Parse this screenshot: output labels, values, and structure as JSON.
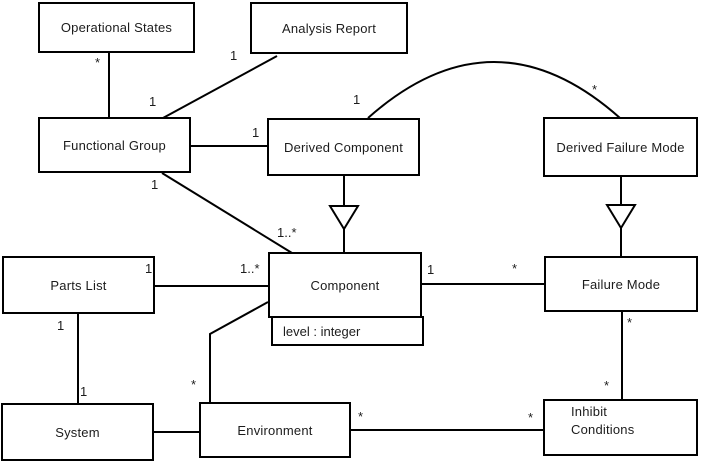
{
  "diagram": {
    "kind": "uml-class-diagram",
    "colors": {
      "background": "#ffffff",
      "box_fill": "#ffffff",
      "box_border": "#000000",
      "line": "#000000",
      "text": "#1c1c1c"
    },
    "classes": [
      {
        "id": "operational-states",
        "name": "Operational States"
      },
      {
        "id": "analysis-report",
        "name": "Analysis Report"
      },
      {
        "id": "functional-group",
        "name": "Functional Group"
      },
      {
        "id": "derived-component",
        "name": "Derived Component"
      },
      {
        "id": "derived-failure-mode",
        "name": "Derived Failure Mode"
      },
      {
        "id": "parts-list",
        "name": "Parts List"
      },
      {
        "id": "component",
        "name": "Component",
        "attribute": "level : integer"
      },
      {
        "id": "failure-mode",
        "name": "Failure Mode"
      },
      {
        "id": "system",
        "name": "System"
      },
      {
        "id": "environment",
        "name": "Environment"
      },
      {
        "id": "inhibit-conditions",
        "name": "Inhibit Conditions"
      }
    ],
    "multiplicities": [
      {
        "text": "*",
        "near": "operational-states-end"
      },
      {
        "text": "1",
        "near": "functional-group-top"
      },
      {
        "text": "1",
        "near": "analysis-report-line"
      },
      {
        "text": "1",
        "near": "derived-component-left"
      },
      {
        "text": "1",
        "near": "functional-group-bottom"
      },
      {
        "text": "1..*",
        "near": "component-top-left"
      },
      {
        "text": "1",
        "near": "arc-derived-component-end"
      },
      {
        "text": "*",
        "near": "arc-derived-failure-mode-end"
      },
      {
        "text": "1",
        "near": "parts-list-right"
      },
      {
        "text": "1..*",
        "near": "component-left"
      },
      {
        "text": "1",
        "near": "parts-list-bottom"
      },
      {
        "text": "1",
        "near": "system-top"
      },
      {
        "text": "*",
        "near": "environment-top"
      },
      {
        "text": "1",
        "near": "component-right"
      },
      {
        "text": "*",
        "near": "failure-mode-left"
      },
      {
        "text": "*",
        "near": "failure-mode-bottom"
      },
      {
        "text": "*",
        "near": "inhibit-conditions-top"
      },
      {
        "text": "*",
        "near": "environment-right"
      },
      {
        "text": "*",
        "near": "inhibit-conditions-left"
      }
    ],
    "relationships": [
      {
        "from": "operational-states",
        "to": "functional-group",
        "type": "association",
        "from_mult": "*",
        "to_mult": "1"
      },
      {
        "from": "analysis-report",
        "to": "functional-group",
        "type": "association",
        "from_mult": "1",
        "to_mult": ""
      },
      {
        "from": "functional-group",
        "to": "derived-component",
        "type": "association",
        "from_mult": "",
        "to_mult": "1"
      },
      {
        "from": "functional-group",
        "to": "component",
        "type": "association",
        "from_mult": "1",
        "to_mult": "1..*"
      },
      {
        "from": "derived-component",
        "to": "component",
        "type": "generalization"
      },
      {
        "from": "derived-component",
        "to": "derived-failure-mode",
        "type": "association-arc",
        "from_mult": "1",
        "to_mult": "*"
      },
      {
        "from": "derived-failure-mode",
        "to": "failure-mode",
        "type": "generalization"
      },
      {
        "from": "parts-list",
        "to": "component",
        "type": "association",
        "from_mult": "1",
        "to_mult": "1..*"
      },
      {
        "from": "parts-list",
        "to": "system",
        "type": "association",
        "from_mult": "1",
        "to_mult": "1"
      },
      {
        "from": "system",
        "to": "environment",
        "type": "association",
        "from_mult": "",
        "to_mult": ""
      },
      {
        "from": "component",
        "to": "environment",
        "type": "association",
        "from_mult": "",
        "to_mult": "*"
      },
      {
        "from": "component",
        "to": "failure-mode",
        "type": "association",
        "from_mult": "1",
        "to_mult": "*"
      },
      {
        "from": "failure-mode",
        "to": "inhibit-conditions",
        "type": "association",
        "from_mult": "*",
        "to_mult": "*"
      },
      {
        "from": "environment",
        "to": "inhibit-conditions",
        "type": "association",
        "from_mult": "*",
        "to_mult": "*"
      }
    ]
  }
}
